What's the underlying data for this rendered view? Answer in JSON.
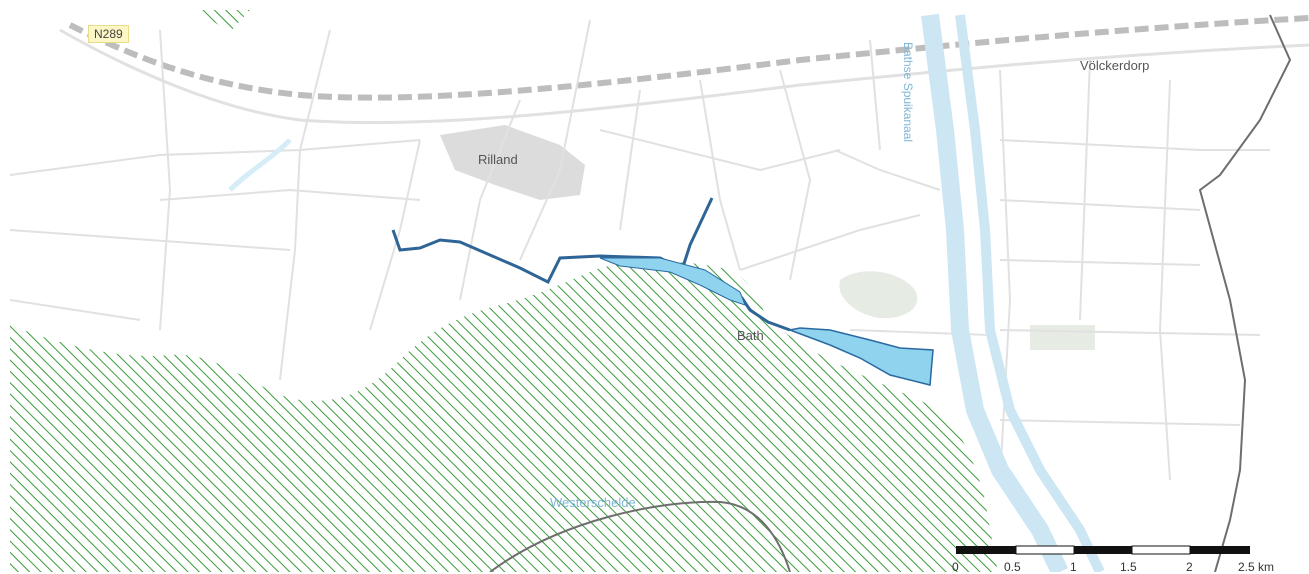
{
  "map": {
    "place_labels": {
      "rilland": "Rilland",
      "bath": "Bath",
      "volckerdorp": "Völckerdorp"
    },
    "water_labels": {
      "canal": "Bathse Spuikanaal",
      "estuary": "Westerschelde"
    },
    "road_labels": {
      "n289": "N289"
    },
    "colors": {
      "background": "#ffffff",
      "road": "#e1e1e1",
      "railway": "#bdbdbd",
      "nature_hatch": "#3a9b3a",
      "water": "#8fd3ef",
      "water_outline": "#2a6aa0",
      "route_line": "#2f6596",
      "built_area": "#dcdcdc",
      "border": "#6e6e6e"
    },
    "scale_bar": {
      "ticks": [
        "0",
        "0.5",
        "1",
        "1.5",
        "2",
        "2.5 km"
      ]
    }
  }
}
